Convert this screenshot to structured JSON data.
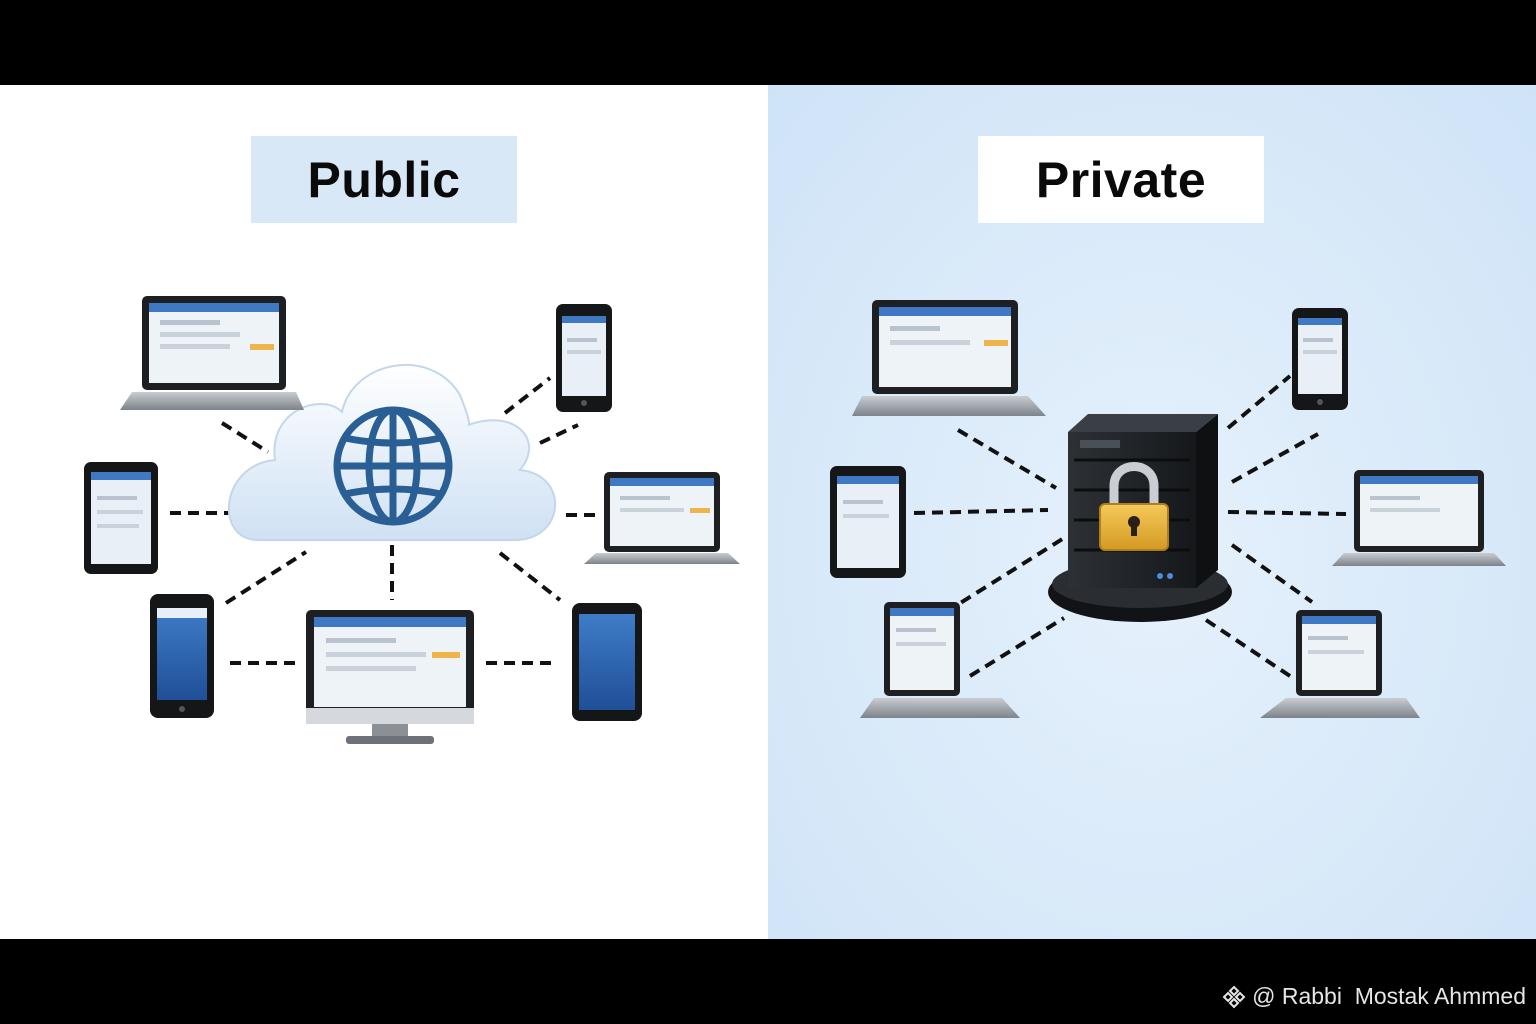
{
  "panels": {
    "public": {
      "title": "Public",
      "hub": "cloud-globe"
    },
    "private": {
      "title": "Private",
      "hub": "locked-server"
    }
  },
  "credit": {
    "text": "@ Rabbi  Mostak Ahmmed",
    "icon": "diamond-logo-icon"
  },
  "colors": {
    "public_bg": "#ffffff",
    "private_bg": "#d8e9f9",
    "public_title_bg": "#d9e8f6",
    "private_title_bg": "#ffffff",
    "screen_blue": "#2f66b3",
    "globe_blue": "#2a5f95",
    "lock_gold": "#e9b33c"
  }
}
